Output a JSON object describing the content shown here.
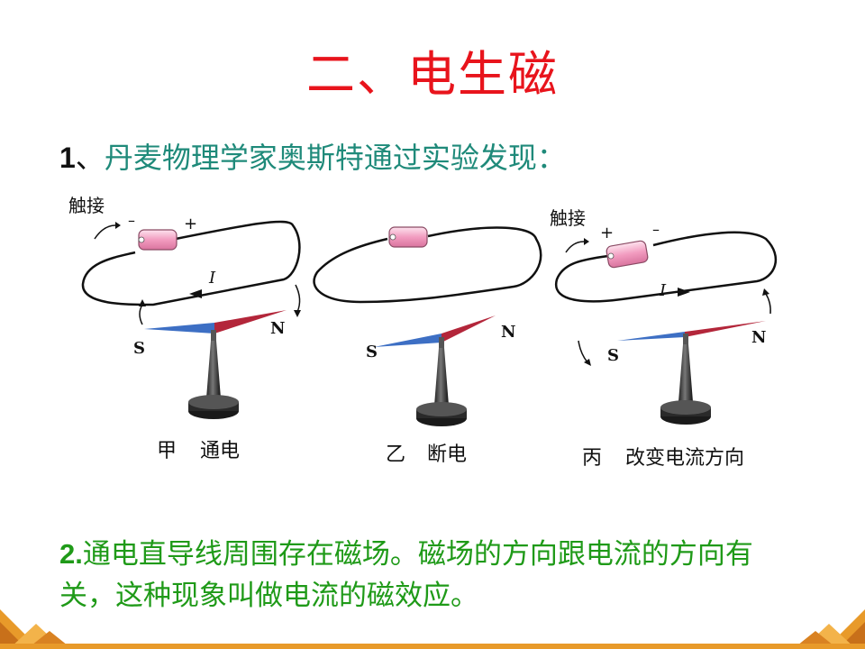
{
  "title": "二、电生磁",
  "point1": {
    "number": "1",
    "separator": "、",
    "text": "丹麦物理学家奥斯特通过实验发现："
  },
  "figures": [
    {
      "id": "jia",
      "label": "甲",
      "desc": "通电",
      "touch": "触接",
      "minus": "–",
      "plus": "+",
      "current": "I",
      "s": "S",
      "n": "N"
    },
    {
      "id": "yi",
      "label": "乙",
      "desc": "断电",
      "s": "S",
      "n": "N"
    },
    {
      "id": "bing",
      "label": "丙",
      "desc": "改变电流方向",
      "touch": "触接",
      "plus": "+",
      "minus": "–",
      "current": "I",
      "s": "S",
      "n": "N"
    }
  ],
  "point2": {
    "number": "2.",
    "text": "通电直导线周围存在磁场。磁场的方向跟电流的方向有关，这种现象叫做电流的磁效应。"
  },
  "colors": {
    "title": "#e8141c",
    "teal": "#1f8a7a",
    "green": "#1f9a18",
    "accent": "#e89a2a",
    "needle_red": "#b3263a",
    "needle_blue": "#3d6fc4",
    "battery": "#f2a8c4"
  }
}
